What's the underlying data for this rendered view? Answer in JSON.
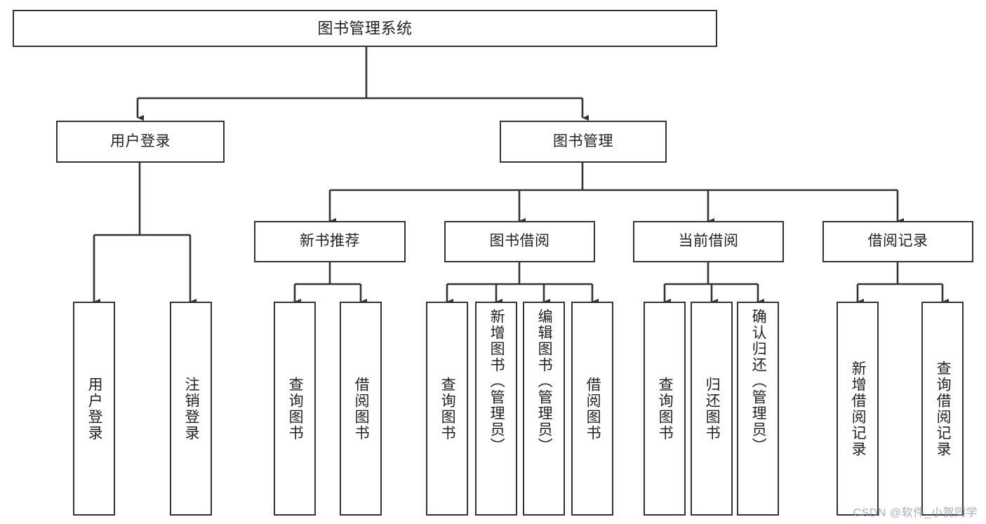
{
  "diagram": {
    "title": "图书管理系统",
    "type": "tree",
    "orientation": "top-down",
    "colors": {
      "box_border": "#333333",
      "box_fill": "#ffffff",
      "edge": "#333333",
      "text": "#222222",
      "watermark": "#9aa0a6",
      "background": "#ffffff"
    },
    "root": {
      "label": "图书管理系统"
    },
    "level2": [
      {
        "label": "用户登录"
      },
      {
        "label": "图书管理"
      }
    ],
    "level3": [
      {
        "label": "新书推荐"
      },
      {
        "label": "图书借阅"
      },
      {
        "label": "当前借阅"
      },
      {
        "label": "借阅记录"
      }
    ],
    "leaves": {
      "user_login": [
        {
          "label": "用户登录"
        },
        {
          "label": "注销登录"
        }
      ],
      "new_book_recommend": [
        {
          "label": "查询图书"
        },
        {
          "label": "借阅图书"
        }
      ],
      "book_borrow": [
        {
          "label": "查询图书"
        },
        {
          "label": "新增图书（管理员）"
        },
        {
          "label": "编辑图书（管理员）"
        },
        {
          "label": "借阅图书"
        }
      ],
      "current_borrow": [
        {
          "label": "查询图书"
        },
        {
          "label": "归还图书"
        },
        {
          "label": "确认归还（管理员）"
        }
      ],
      "borrow_record": [
        {
          "label": "新增借阅记录"
        },
        {
          "label": "查询借阅记录"
        }
      ]
    }
  },
  "watermark": {
    "text": "CSDN @软件_小贺同学"
  }
}
